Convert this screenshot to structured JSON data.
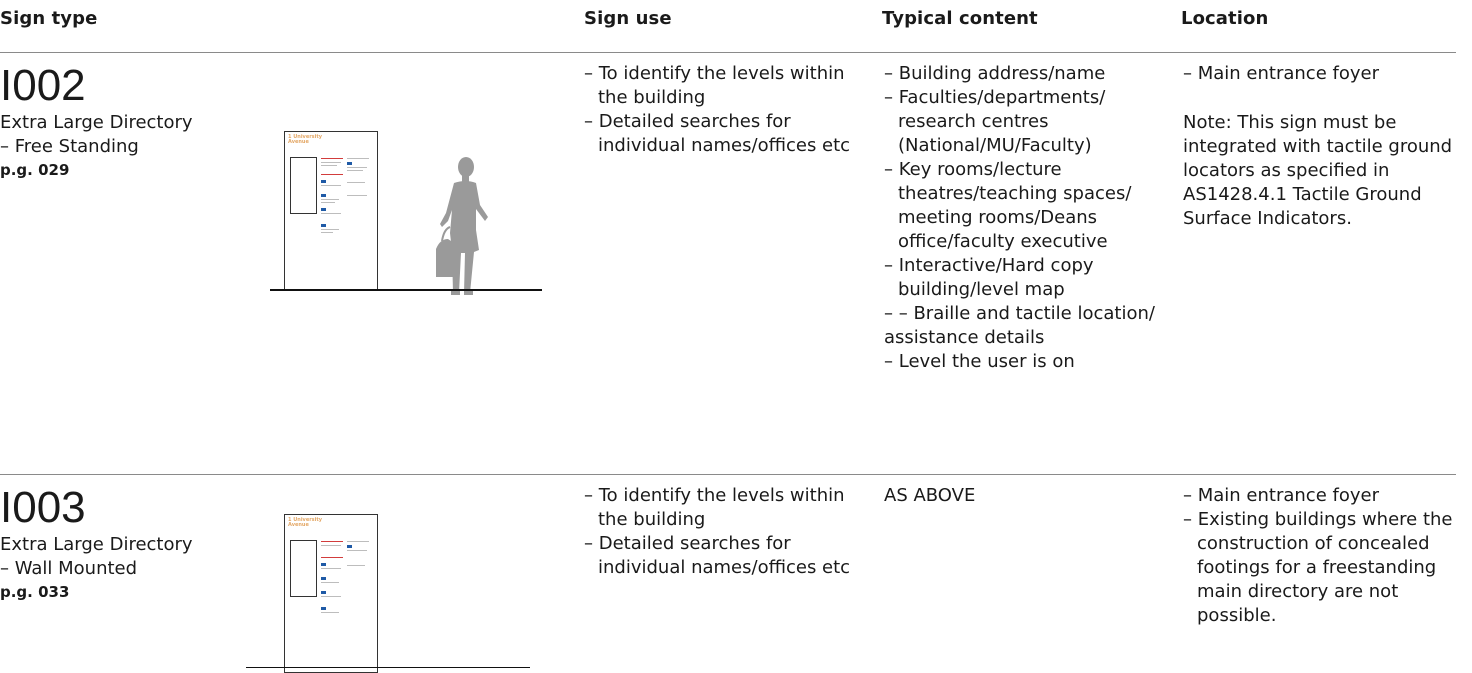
{
  "headers": {
    "sign_type": "Sign type",
    "sign_use": "Sign use",
    "typical_content": "Typical content",
    "location": "Location"
  },
  "rows": [
    {
      "code": "I002",
      "name_line1": "Extra Large Directory",
      "name_line2": "– Free Standing",
      "page_ref": "p.g. 029",
      "sign_title": "1 University Avenue",
      "sign_use": [
        "To identify the levels within the building",
        "Detailed searches for individual names/offices etc"
      ],
      "typical_content": [
        "Building address/name",
        "Faculties/departments/ research centres (National/MU/Faculty)",
        "Key rooms/lecture theatres/teaching spaces/ meeting rooms/Deans office/faculty executive",
        "Interactive/Hard copy building/level map",
        "– Braille and tactile location/ assistance details",
        "Level the user is on"
      ],
      "location": [
        "Main entrance foyer"
      ],
      "location_note": "Note: This sign must be integrated with tactile ground locators as specified in AS1428.4.1 Tactile Ground Surface Indicators.",
      "figure": "person-silhouette"
    },
    {
      "code": "I003",
      "name_line1": "Extra Large Directory",
      "name_line2": "– Wall Mounted",
      "page_ref": "p.g. 033",
      "sign_title": "1 University Avenue",
      "sign_use": [
        "To identify the levels within the building",
        "Detailed searches for individual names/offices etc"
      ],
      "typical_content_text": "AS ABOVE",
      "location": [
        "Main entrance foyer",
        "Existing buildings where the construction of concealed footings for a freestanding main directory are not possible."
      ]
    }
  ]
}
